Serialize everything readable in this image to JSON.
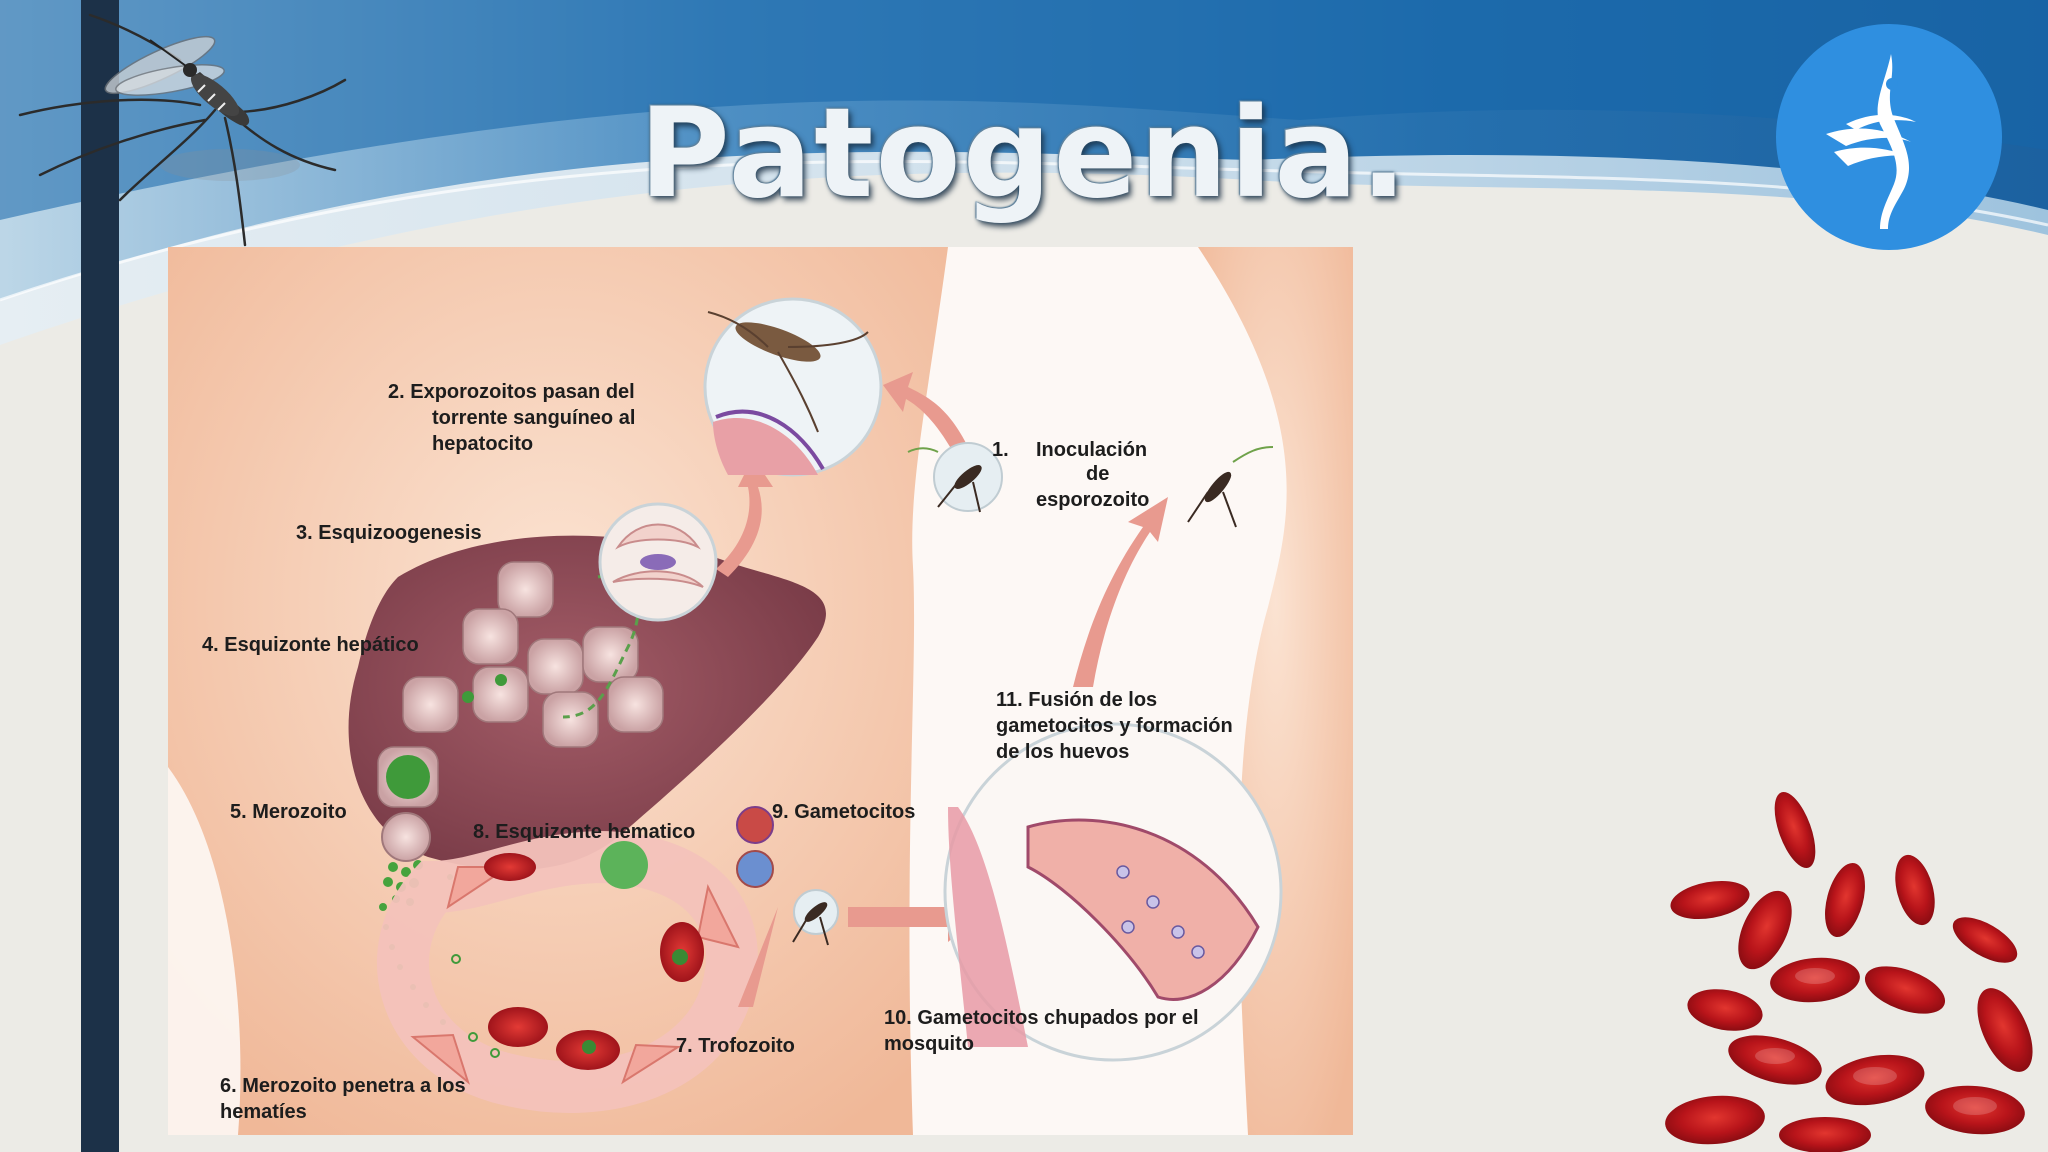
{
  "slide": {
    "title": "Patogenia.",
    "colors": {
      "background": "#ecebe6",
      "header_blue": "#1565a8",
      "sidebar_navy": "#1c3148",
      "logo_blue": "#2f8fe0",
      "skin": "#f3c6a8",
      "liver": "#8c4a55",
      "arrow_pink": "#e89a8f",
      "blood_red": "#c8151b"
    },
    "icons": {
      "mosquito": "mosquito-icon",
      "logo": "heron-logo-icon",
      "red_blood_cells": "red-blood-cells-icon"
    }
  },
  "diagram": {
    "steps": [
      {
        "id": "1",
        "lines": [
          "1.",
          "Inoculación",
          "de",
          "esporozoito"
        ]
      },
      {
        "id": "2",
        "lines": [
          "2.  Exporozoitos  pasan  del",
          "torrente  sanguíneo  al",
          "hepatocito"
        ]
      },
      {
        "id": "3",
        "text": "3. Esquizoogenesis"
      },
      {
        "id": "4",
        "text": "4. Esquizonte hepático"
      },
      {
        "id": "5",
        "text": "5. Merozoito"
      },
      {
        "id": "6",
        "lines": [
          "6. Merozoito penetra a los",
          "hematíes"
        ]
      },
      {
        "id": "7",
        "text": "7. Trofozoito"
      },
      {
        "id": "8",
        "text": "8. Esquizonte hematico"
      },
      {
        "id": "9",
        "text": "9. Gametocitos"
      },
      {
        "id": "10",
        "lines": [
          "10. Gametocitos chupados por el",
          "mosquito"
        ]
      },
      {
        "id": "11",
        "lines": [
          "11. Fusión de los",
          "gametocitos y formación",
          "de los huevos"
        ]
      }
    ]
  }
}
